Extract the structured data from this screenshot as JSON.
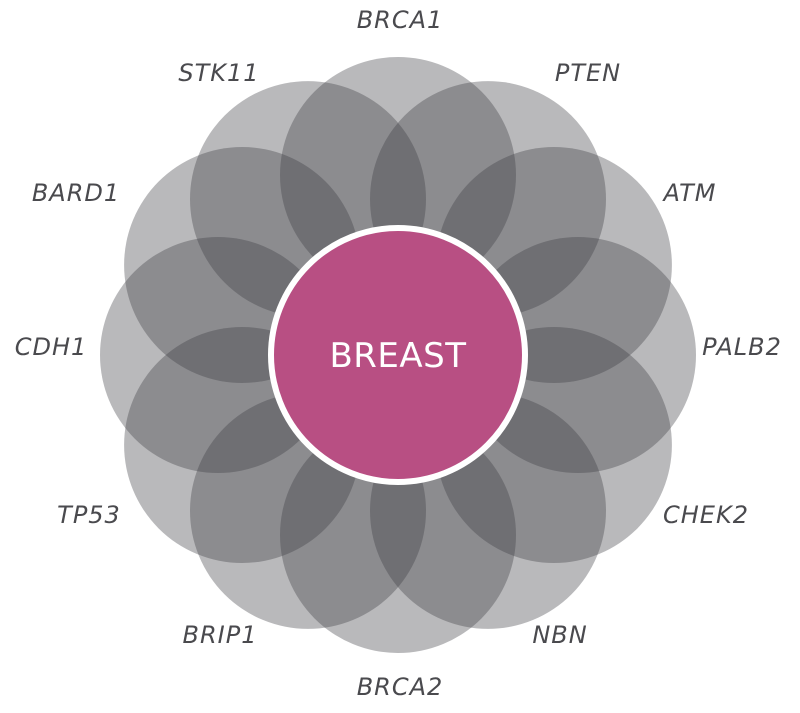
{
  "center": {
    "label": "BREAST",
    "color": "#b84f83"
  },
  "petal_color": "#3c3c42",
  "genes": [
    {
      "label": "BRCA1"
    },
    {
      "label": "PTEN"
    },
    {
      "label": "ATM"
    },
    {
      "label": "PALB2"
    },
    {
      "label": "CHEK2"
    },
    {
      "label": "NBN"
    },
    {
      "label": "BRCA2"
    },
    {
      "label": "BRIP1"
    },
    {
      "label": "TP53"
    },
    {
      "label": "CDH1"
    },
    {
      "label": "BARD1"
    },
    {
      "label": "STK11"
    }
  ]
}
